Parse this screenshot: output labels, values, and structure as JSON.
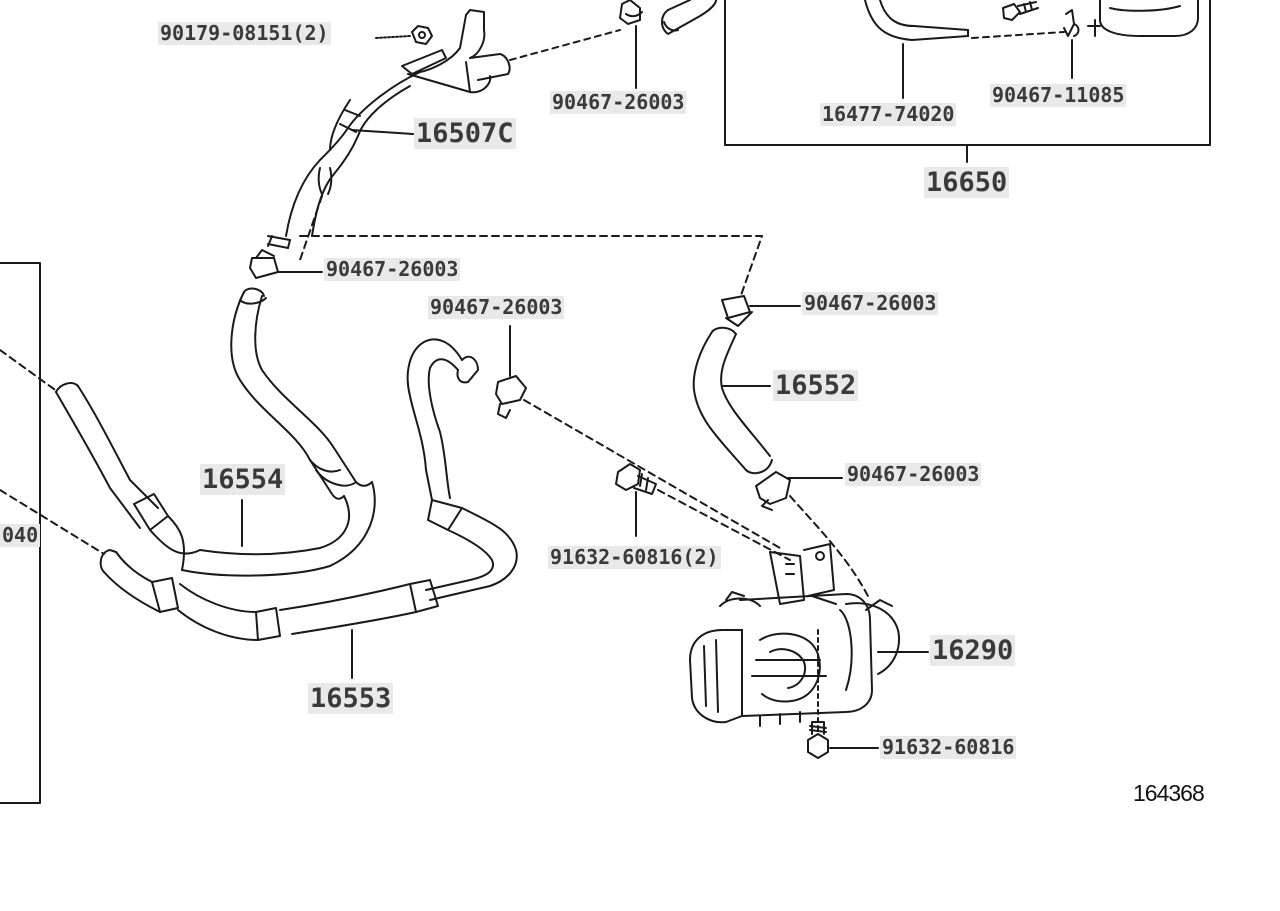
{
  "diagram": {
    "labels": {
      "p90179": "90179-08151(2)",
      "p90467_a": "90467-26003",
      "p16477": "16477-74020",
      "p90467_11085": "90467-11085",
      "p16650": "16650",
      "p16507c": "16507C",
      "p90467_b": "90467-26003",
      "p90467_c": "90467-26003",
      "p90467_d": "90467-26003",
      "p16552": "16552",
      "p16554": "16554",
      "p90467_e": "90467-26003",
      "p040": "040",
      "p91632_2": "91632-60816(2)",
      "p16290": "16290",
      "p16553": "16553",
      "p91632": "91632-60816"
    },
    "illustration_number": "164368",
    "colors": {
      "line": "#1a1a1a",
      "label_bg": "#e9e9e9",
      "label_text": "#3a3a3a"
    }
  }
}
